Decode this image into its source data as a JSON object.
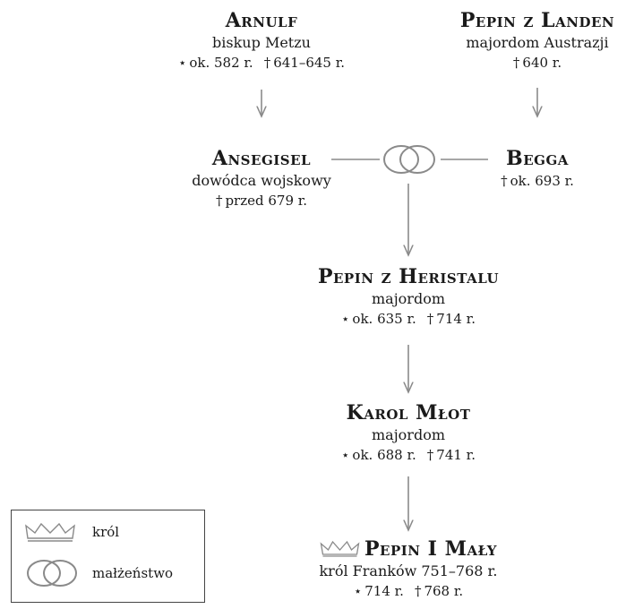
{
  "people": {
    "arnulf": {
      "name": "Arnulf",
      "title": "biskup Metzu",
      "born": "ok. 582 r.",
      "died": "641–645 r."
    },
    "pepin_landen": {
      "name": "Pepin z Landen",
      "title": "majordom Austrazji",
      "died": "640 r."
    },
    "ansegisel": {
      "name": "Ansegisel",
      "title": "dowódca wojskowy",
      "died": "przed 679 r."
    },
    "begga": {
      "name": "Begga",
      "died": "ok. 693 r."
    },
    "pepin_heristal": {
      "name": "Pepin z Heristalu",
      "title": "majordom",
      "born": "ok. 635 r.",
      "died": "714 r."
    },
    "karol": {
      "name": "Karol Młot",
      "title": "majordom",
      "born": "ok. 688 r.",
      "died": "741 r."
    },
    "pepin_maly": {
      "name": "Pepin I Mały",
      "title": "król Franków 751–768 r.",
      "born": "714 r.",
      "died": "768 r."
    }
  },
  "symbols": {
    "born": "⋆",
    "died": "†"
  },
  "legend": {
    "king": "król",
    "marriage": "małżeństwo"
  },
  "colors": {
    "line": "#8a8a8a",
    "text": "#1a1a1a"
  }
}
